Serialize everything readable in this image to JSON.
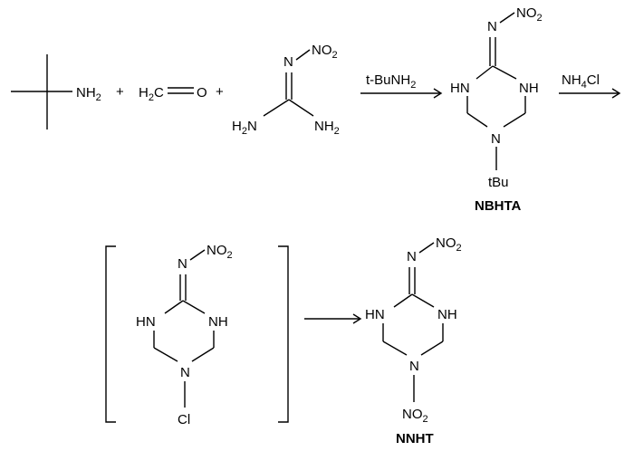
{
  "reaction": {
    "plus": "+",
    "tbutylamine": {
      "nh": "NH",
      "sub": "2"
    },
    "formaldehyde": {
      "h": "H",
      "sub": "2",
      "c": "C",
      "o": "O"
    },
    "nitroguanidine": {
      "n": "N",
      "no": "NO",
      "sub": "2",
      "h": "H",
      "nh": "NH"
    },
    "step1_reagent": {
      "main": "t-BuNH",
      "sub": "2"
    },
    "step2_reagent": {
      "main": "NH",
      "sub": "4",
      "tail": "Cl"
    },
    "ring": {
      "nh": "NH",
      "hn": "HN",
      "hn_h": "H",
      "hn_n": "N",
      "n": "N",
      "no": "NO",
      "sub": "2"
    },
    "nbhta": {
      "substituent": "tBu",
      "name": "NBHTA"
    },
    "intermediate": {
      "substituent": "Cl"
    },
    "nnht": {
      "substituent_no": "NO",
      "sub": "2",
      "name": "NNHT"
    }
  }
}
